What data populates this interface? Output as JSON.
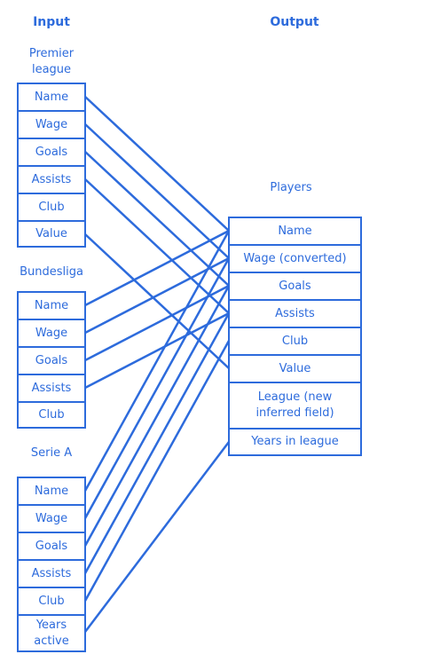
{
  "headings": {
    "input": "Input",
    "output": "Output"
  },
  "colors": {
    "line": "#2d6bdc",
    "text": "#2d6bdc"
  },
  "sources": [
    {
      "title": "Premier league",
      "fields": [
        "Name",
        "Wage",
        "Goals",
        "Assists",
        "Club",
        "Value"
      ]
    },
    {
      "title": "Bundesliga",
      "fields": [
        "Name",
        "Wage",
        "Goals",
        "Assists",
        "Club"
      ]
    },
    {
      "title": "Serie A",
      "fields": [
        "Name",
        "Wage",
        "Goals",
        "Assists",
        "Club",
        "Years active"
      ]
    }
  ],
  "output": {
    "title": "Players",
    "fields": [
      "Name",
      "Wage (converted)",
      "Goals",
      "Assists",
      "Club",
      "Value",
      "League (new inferred field)",
      "Years in league"
    ]
  },
  "mappings": [
    {
      "source": 0,
      "field": 0,
      "target": 0
    },
    {
      "source": 0,
      "field": 1,
      "target": 1
    },
    {
      "source": 0,
      "field": 2,
      "target": 2
    },
    {
      "source": 0,
      "field": 3,
      "target": 3
    },
    {
      "source": 0,
      "field": 5,
      "target": 5
    },
    {
      "source": 1,
      "field": 0,
      "target": 0
    },
    {
      "source": 1,
      "field": 1,
      "target": 1
    },
    {
      "source": 1,
      "field": 2,
      "target": 2
    },
    {
      "source": 1,
      "field": 3,
      "target": 3
    },
    {
      "source": 2,
      "field": 0,
      "target": 0
    },
    {
      "source": 2,
      "field": 1,
      "target": 1
    },
    {
      "source": 2,
      "field": 2,
      "target": 2
    },
    {
      "source": 2,
      "field": 3,
      "target": 3
    },
    {
      "source": 2,
      "field": 4,
      "target": 4
    },
    {
      "source": 2,
      "field": 5,
      "target": 7
    }
  ]
}
